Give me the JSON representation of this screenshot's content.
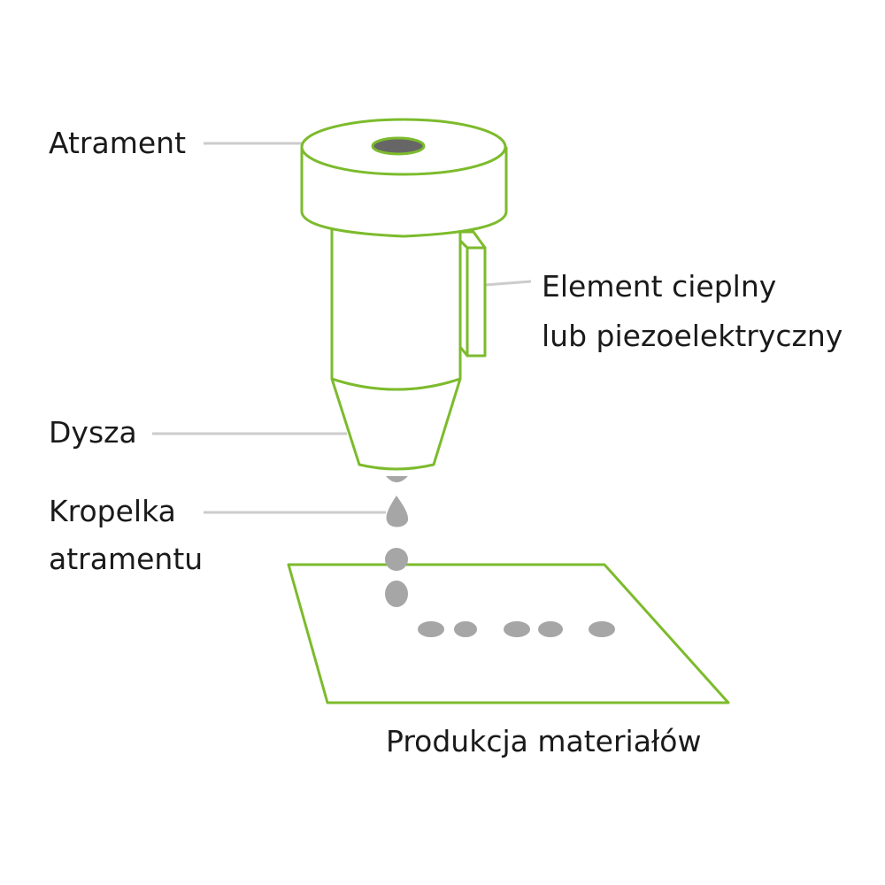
{
  "labels": {
    "ink": "Atrament",
    "heater_line1": "Element cieplny",
    "heater_line2": "lub piezoelektryczny",
    "nozzle": "Dysza",
    "droplet_line1": "Kropelka",
    "droplet_line2": "atramentu",
    "substrate": "Produkcja materiałów"
  },
  "colors": {
    "outline": "#7cbb2c",
    "leader": "#cccccc",
    "ink_hole": "#666666",
    "droplet": "#a6a6a6"
  }
}
